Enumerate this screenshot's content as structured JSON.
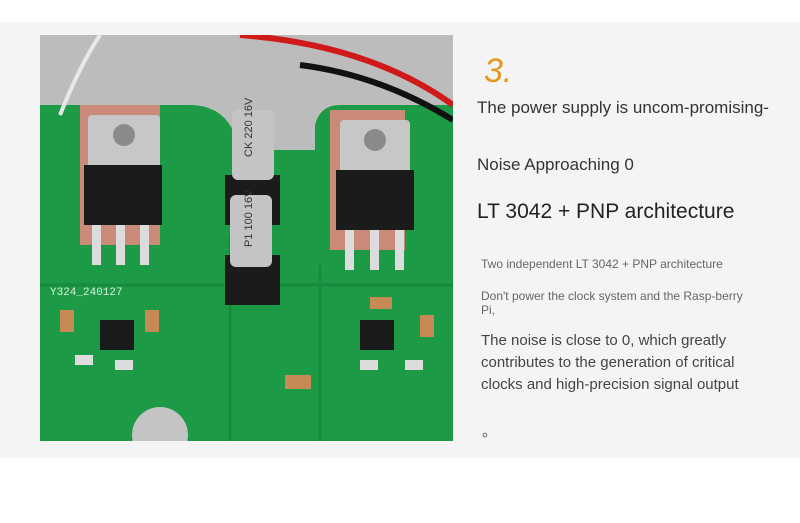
{
  "section_number": "3.",
  "heading": "The power supply is uncom-promising-",
  "subheading": "Noise Approaching 0",
  "title": "LT 3042 + PNP architecture",
  "detail_1": "Two independent LT 3042 + PNP architecture",
  "detail_2": "Don't power the clock system and the Rasp-berry Pi,",
  "body_text": "The noise is close to 0, which greatly contributes to the generation of critical clocks and high-precision signal output",
  "trailing_mark": "。",
  "pcb_labels": {
    "cap_1": "CK 220 16V",
    "cap_2": "P1 100 16V",
    "silk": "Y324_240127"
  }
}
